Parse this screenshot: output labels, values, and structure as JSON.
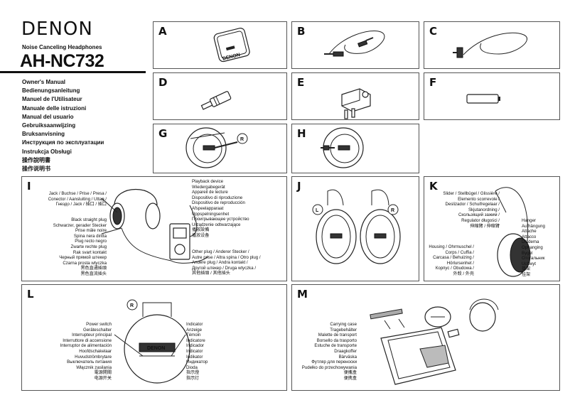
{
  "brand": "DENON",
  "subtitle": "Noise Canceling Headphones",
  "model": "AH-NC732",
  "manuals": [
    "Owner's Manual",
    "Bedienungsanleitung",
    "Manuel de l'Utilisateur",
    "Manuale delle istruzioni",
    "Manual del usuario",
    "Gebruiksaanwijzing",
    "Bruksanvisning",
    "Инструкция по эксплуатации",
    "Instrukcja Obsługi",
    "操作說明書",
    "操作说明书"
  ],
  "panels": {
    "A": "A",
    "B": "B",
    "C": "C",
    "D": "D",
    "E": "E",
    "F": "F",
    "G": "G",
    "H": "H",
    "I": "I",
    "J": "J",
    "K": "K",
    "L": "L",
    "M": "M"
  },
  "markers": {
    "R": "R",
    "L": "L"
  },
  "case_logo": "DENON",
  "device_logo": "DENON",
  "I": {
    "jack": [
      "Jack / Buchse / Prise / Presa /",
      "Conector / Aansluiting / Uttag /",
      "Гнездо / Jack / 插口 / 插口"
    ],
    "black_plug": [
      "Black straight plug",
      "Schwarzer, gerader Stecker",
      "Prise mâle noire",
      "Spina nera diritta",
      "Plug recto negro",
      "Zwarte rechte plug",
      "Rak svart kontakt",
      "Черный прямой штекер",
      "Czarna prosta wtyczka",
      "黑色直通插頭",
      "黑色直流插头"
    ],
    "playback": [
      "Playback device",
      "Wiedergabegerät",
      "Appareil de lecture",
      "Dispositivo di riproduzione",
      "Dispositivo de reproducción",
      "Afspeelapparaat",
      "Uppspelningsenhet",
      "Проигрывающее устройство",
      "Urządzenie odtwarzające",
      "播放設備",
      "播放设备"
    ],
    "other_plug": [
      "Other plug / Anderer Stecker /",
      "Autre prise / Altra spina / Otro plug /",
      "Andere plug / Andra kontakt /",
      "Другой штекер / Druga wtyczka /",
      "其他插頭 / 其他插头"
    ]
  },
  "K": {
    "slider": [
      "Slider / Stellbügel / Glissière /",
      "Elemento scorrevole /",
      "Deslizador / Schuifregelaar /",
      "Skjutanordning /",
      "Скользящий зажим /",
      "Regulator długości /",
      "伸縮臂 / 伸缩臂"
    ],
    "hanger": [
      "Hanger",
      "Aufhängung",
      "Attache",
      "Attacco",
      "Diadema",
      "Ophanging",
      "Bygel",
      "Отогальник",
      "Uchwyt",
      "掛架",
      "挂架"
    ],
    "housing": [
      "Housing / Ohrmuschel /",
      "Corps / Cuffia /",
      "Carcasa / Behuizing /",
      "Hörlursenhet /",
      "Корпус / Obudowa /",
      "外殼 / 外壳"
    ]
  },
  "L": {
    "power": [
      "Power switch",
      "Geräteschalter",
      "Interrupteur principal",
      "Interruttore di accensione",
      "Interruptor de alimentación",
      "Hoofdschakelaar",
      "Huvudströmbrytare",
      "Выключатель питания",
      "Włącznik zasilania",
      "電源開關",
      "电源开关"
    ],
    "indicator": [
      "Indicator",
      "Anzeige",
      "Témoin",
      "Indicatore",
      "Indicador",
      "Indicator",
      "Indikator",
      "Индикатор",
      "Dioda",
      "指示燈",
      "指示灯"
    ]
  },
  "M": {
    "case": [
      "Carrying case",
      "Tragebehälter",
      "Malette de transport",
      "Borsello da trasporto",
      "Estuche de transporte",
      "Draagkoffer",
      "Bärväska",
      "Футляр для переноски",
      "Pudełko do przechowywania",
      "便攜盒",
      "便携盒"
    ]
  }
}
